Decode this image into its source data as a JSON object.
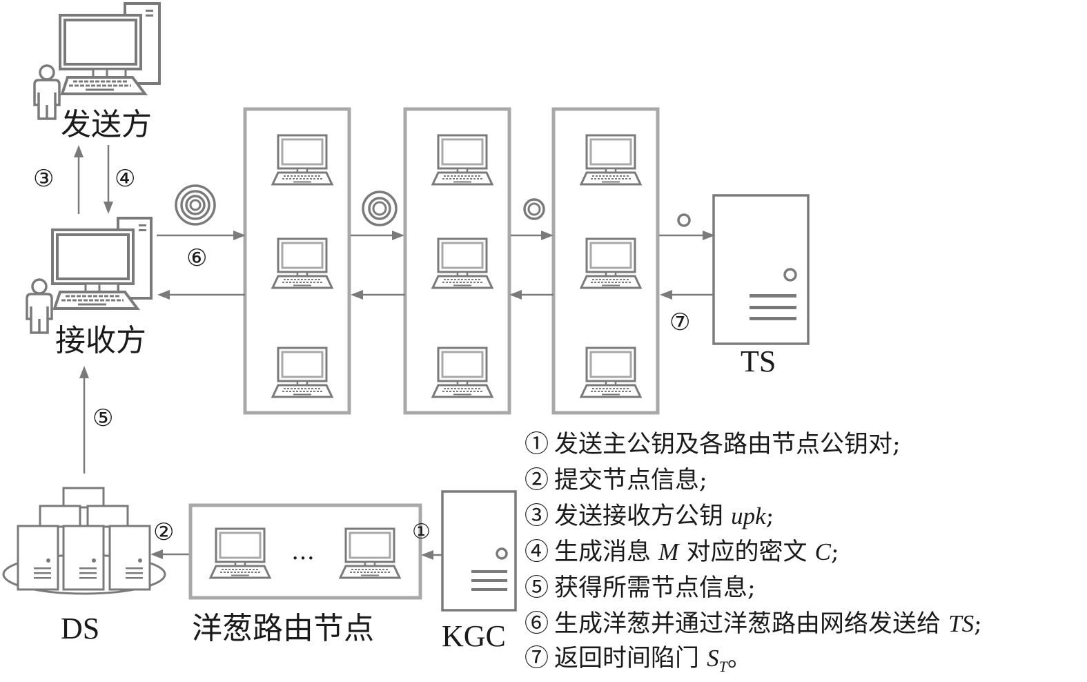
{
  "nodes": {
    "sender": {
      "label": "发送方"
    },
    "receiver": {
      "label": "接收方"
    },
    "ts": {
      "label": "TS"
    },
    "ds": {
      "label": "DS"
    },
    "onion_nodes": {
      "label": "洋葱路由节点",
      "ellipsis": "…"
    },
    "kgc": {
      "label": "KGC"
    }
  },
  "step_markers": {
    "s1": "①",
    "s2": "②",
    "s3": "③",
    "s4": "④",
    "s5": "⑤",
    "s6": "⑥",
    "s7": "⑦"
  },
  "onion_layers": [
    3,
    2,
    1,
    0
  ],
  "legend": [
    {
      "num": "①",
      "text": "发送主公钥及各路由节点公钥对;",
      "italic": ""
    },
    {
      "num": "②",
      "text": "提交节点信息;",
      "italic": ""
    },
    {
      "num": "③",
      "text": "发送接收方公钥 ",
      "italic": "upk",
      "suffix": ";"
    },
    {
      "num": "④",
      "text": "生成消息 ",
      "italic": "M",
      "middle": " 对应的密文 ",
      "italic2": "C",
      "suffix": ";"
    },
    {
      "num": "⑤",
      "text": "获得所需节点信息;",
      "italic": ""
    },
    {
      "num": "⑥",
      "text": "生成洋葱并通过洋葱路由网络发送给 ",
      "italic": "TS",
      "suffix": ";"
    },
    {
      "num": "⑦",
      "text": "返回时间陷门 ",
      "italic": "S",
      "sub": "T",
      "suffix": "。"
    }
  ],
  "colors": {
    "icon_stroke": "#7a7a7a",
    "panel_stroke": "#a8a8a8",
    "text": "#1a1a1a"
  }
}
